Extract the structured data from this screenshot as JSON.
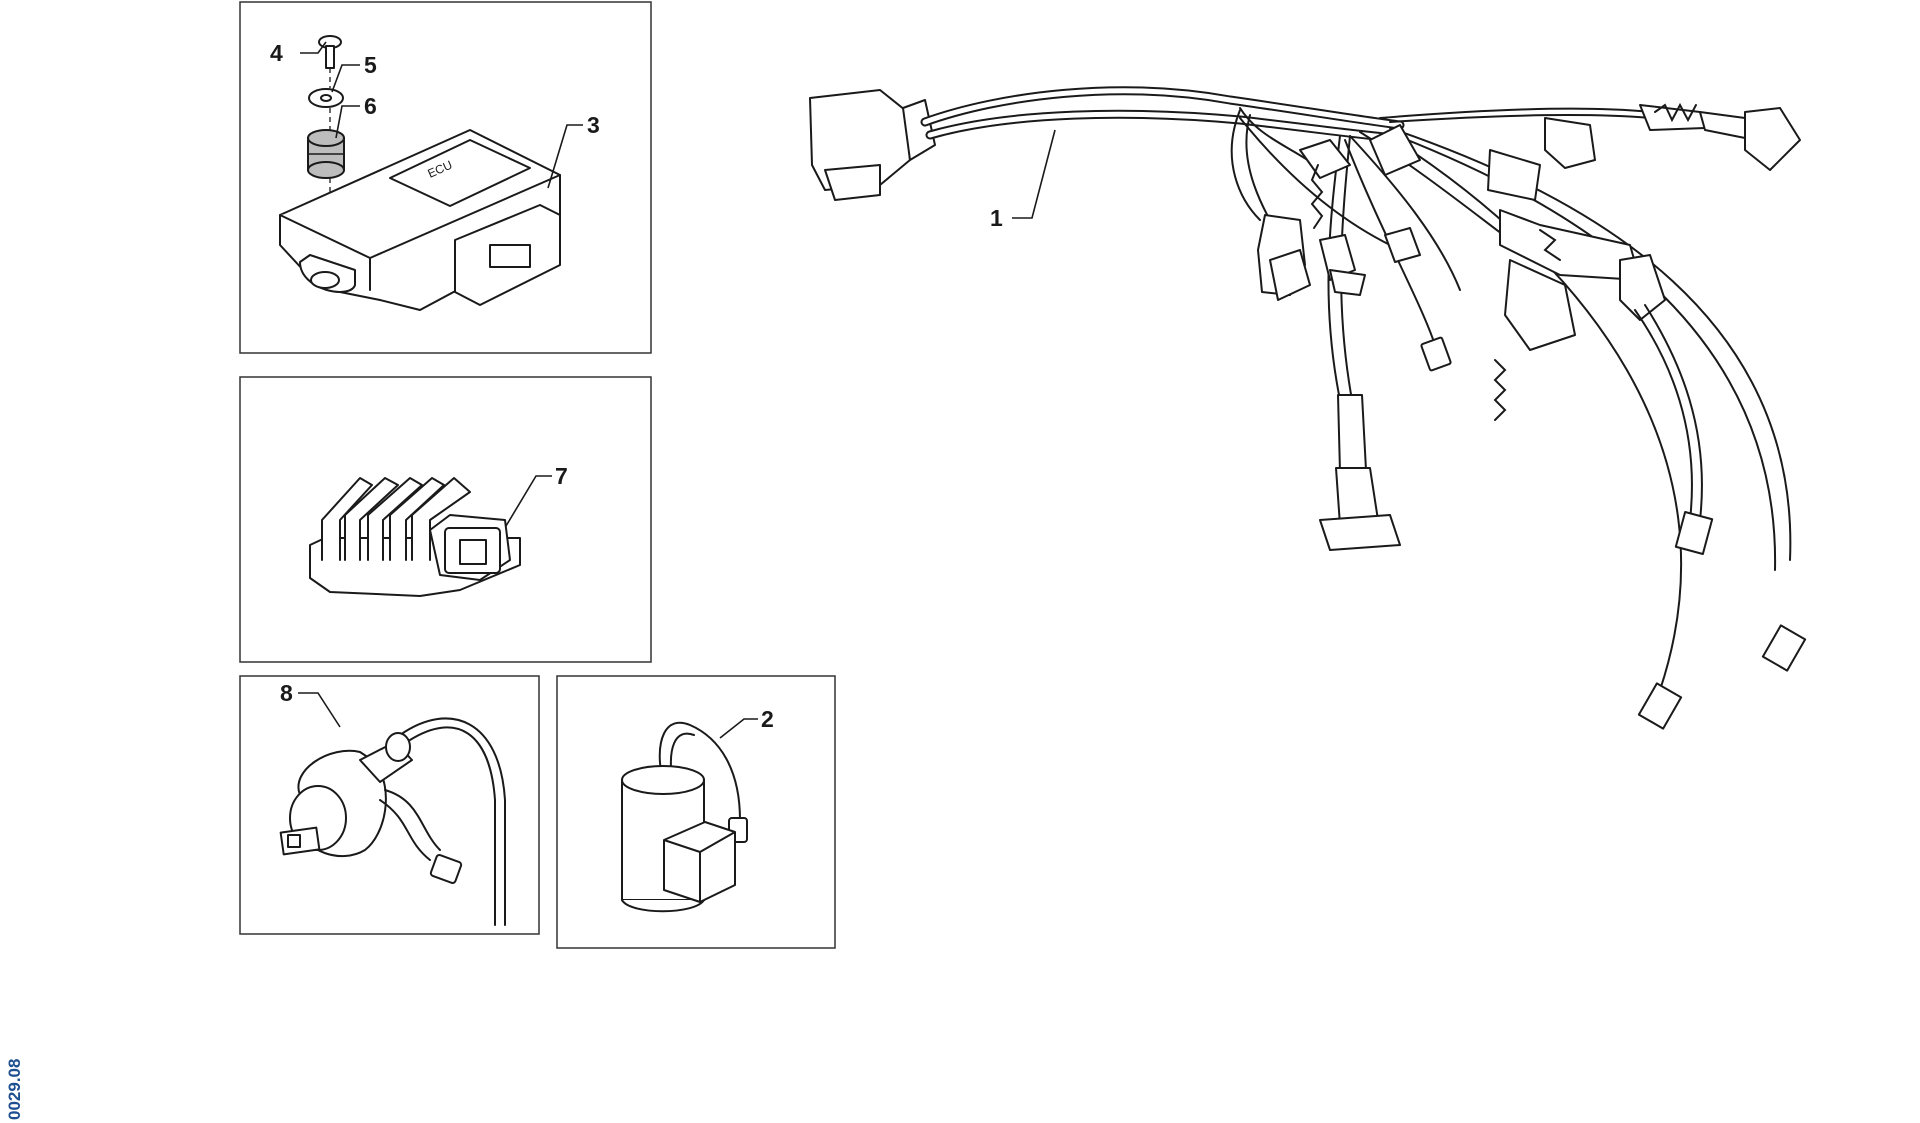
{
  "figure_code": "0029.08",
  "callouts": {
    "c1": "1",
    "c2": "2",
    "c3": "3",
    "c4": "4",
    "c5": "5",
    "c6": "6",
    "c7": "7",
    "c8": "8"
  },
  "colors": {
    "line": "#1a1a1a",
    "figure_code": "#1d4f91",
    "grommet": "#bdbdbd"
  }
}
